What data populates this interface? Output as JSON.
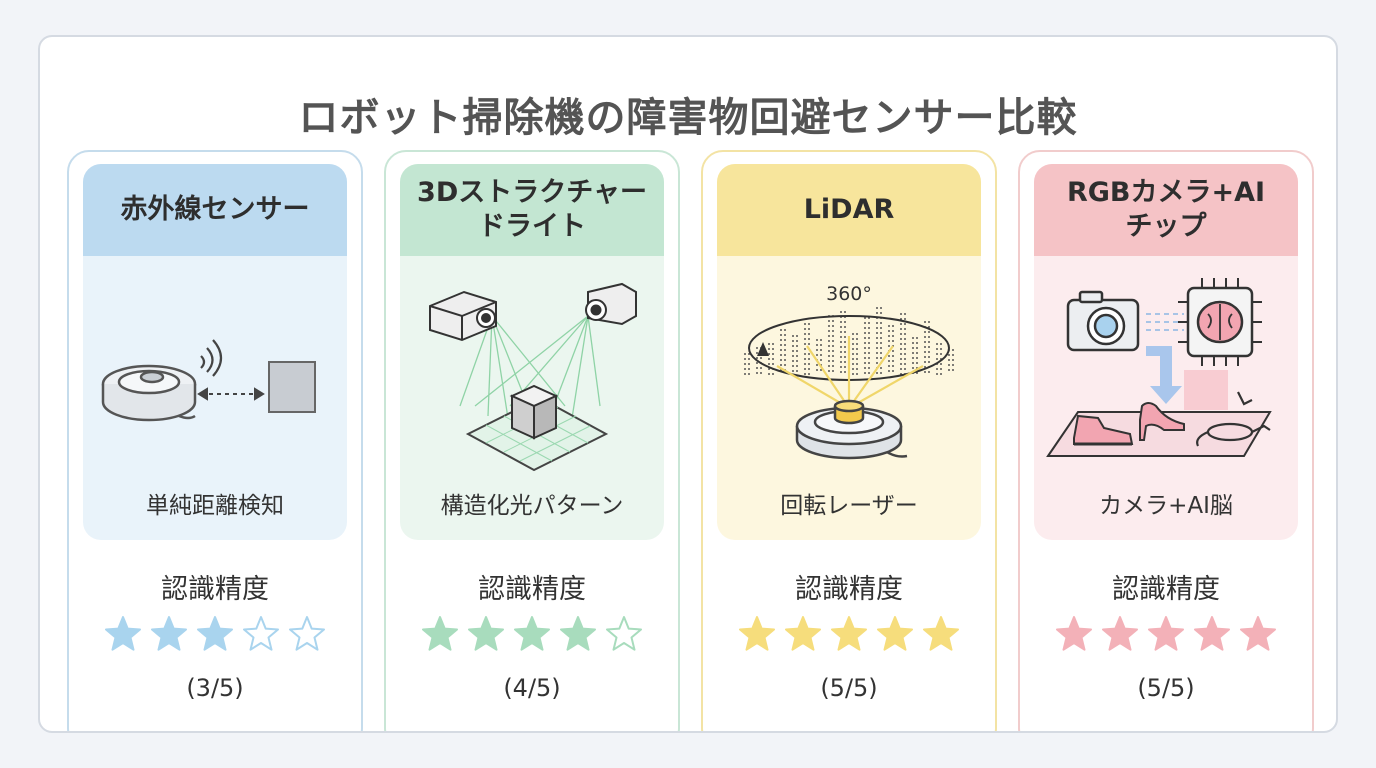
{
  "title": "ロボット掃除機の障害物回避センサー比較",
  "accuracy_label": "認識精度",
  "cards": [
    {
      "name_lines": [
        "赤外線センサー"
      ],
      "method": "単純距離検知",
      "stars_filled": 3,
      "stars_total": 5,
      "rating_text": "(3/5)",
      "color_border": "#c5dcec",
      "color_header": "#bcdaf0",
      "color_panel": "#e9f3fa",
      "color_star": "#a9d4ee"
    },
    {
      "name_lines": [
        "3Dストラクチャー",
        "ドライト"
      ],
      "method": "構造化光パターン",
      "stars_filled": 4,
      "stars_total": 5,
      "rating_text": "(4/5)",
      "color_border": "#c9e6d6",
      "color_header": "#c3e6d2",
      "color_panel": "#ebf6ef",
      "color_star": "#a8dcbd"
    },
    {
      "name_lines": [
        "LiDAR"
      ],
      "method": "回転レーザー",
      "stars_filled": 5,
      "stars_total": 5,
      "rating_text": "(5/5)",
      "color_border": "#f3e3a4",
      "color_header": "#f7e59c",
      "color_panel": "#fdf7df",
      "color_star": "#f6dd7c",
      "illus_text": "360°"
    },
    {
      "name_lines": [
        "RGBカメラ+AI",
        "チップ"
      ],
      "method": "カメラ+AI脳",
      "stars_filled": 5,
      "stars_total": 5,
      "rating_text": "(5/5)",
      "color_border": "#f1cccc",
      "color_header": "#f5c3c6",
      "color_panel": "#fcecee",
      "color_star": "#f3b1b8"
    }
  ]
}
